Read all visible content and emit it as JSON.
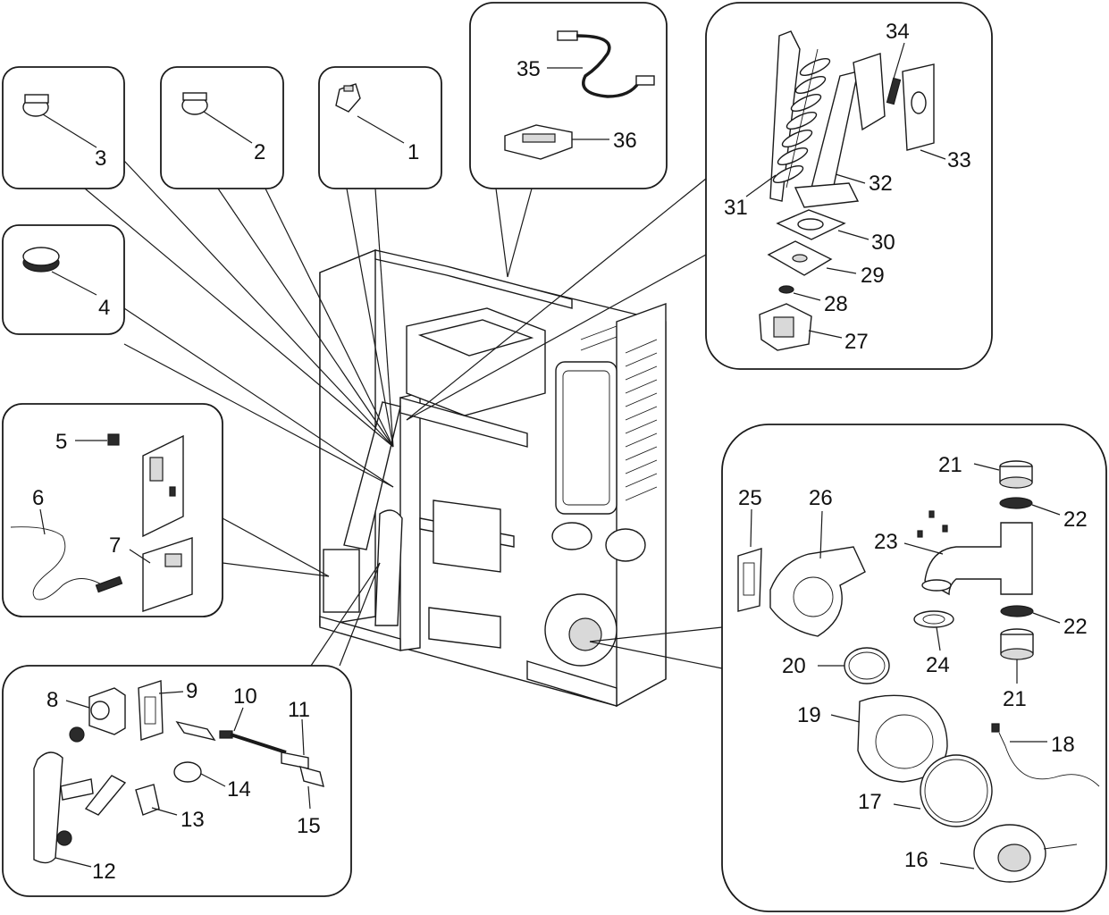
{
  "callouts": {
    "c1": "1",
    "c2": "2",
    "c3": "3",
    "c4": "4",
    "c5": "5",
    "c6": "6",
    "c7": "7",
    "c8": "8",
    "c9": "9",
    "c10": "10",
    "c11": "11",
    "c12": "12",
    "c13": "13",
    "c14": "14",
    "c15": "15",
    "c16": "16",
    "c17": "17",
    "c18": "18",
    "c19": "19",
    "c20": "20",
    "c21a": "21",
    "c21b": "21",
    "c22a": "22",
    "c22b": "22",
    "c23": "23",
    "c24": "24",
    "c25": "25",
    "c26": "26",
    "c27": "27",
    "c28": "28",
    "c29": "29",
    "c30": "30",
    "c31": "31",
    "c32": "32",
    "c33": "33",
    "c34": "34",
    "c35": "35",
    "c36": "36"
  }
}
